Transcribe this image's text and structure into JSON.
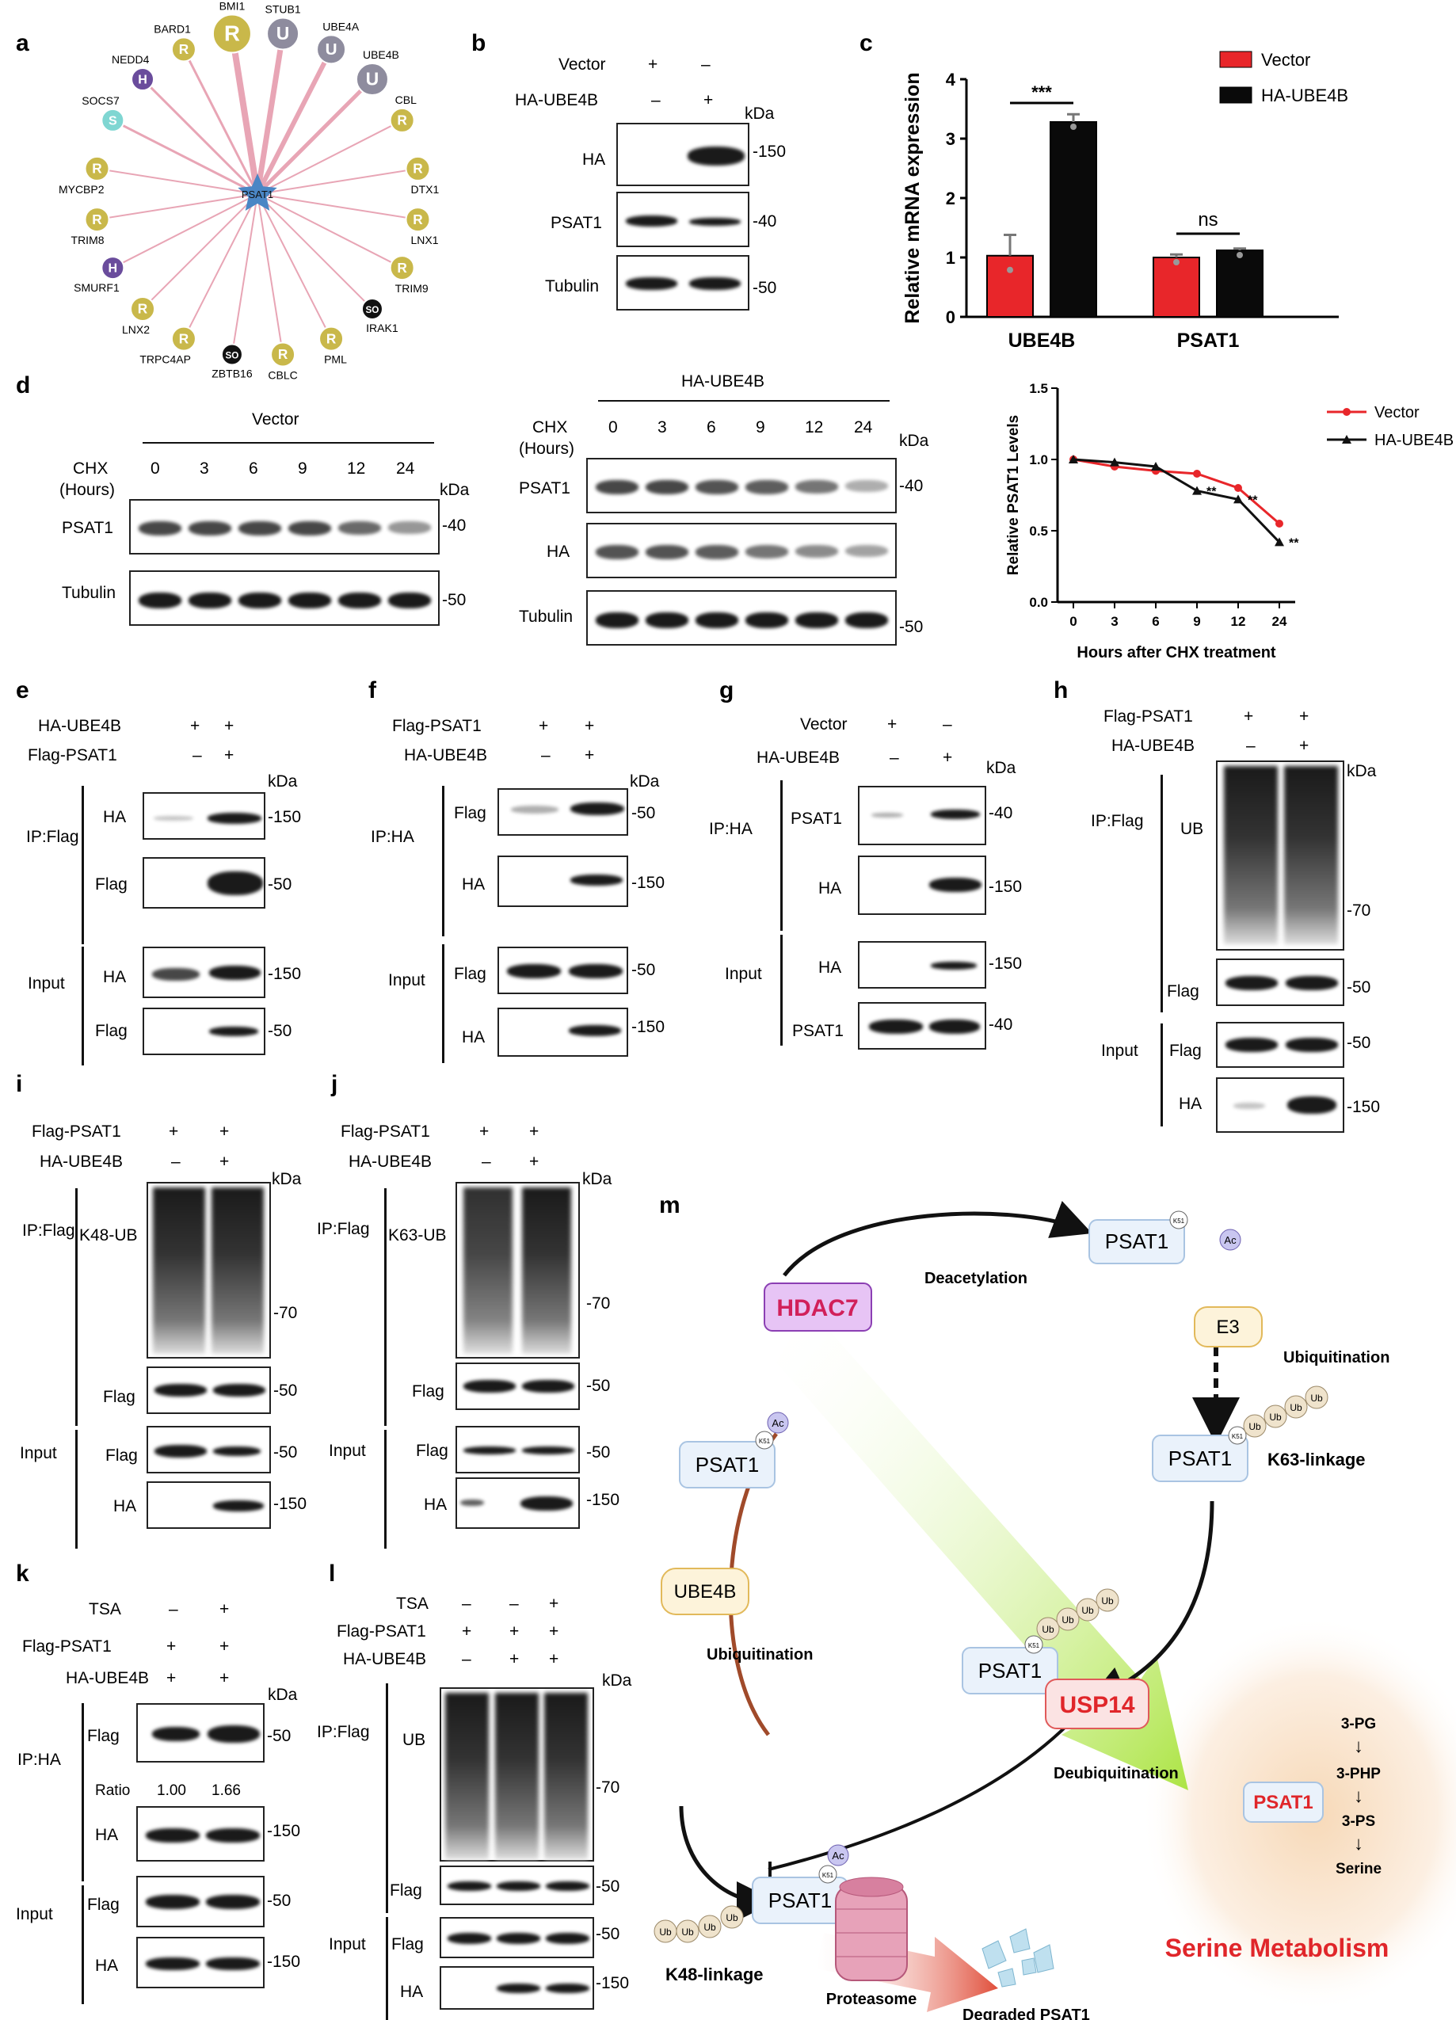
{
  "panel_labels": {
    "a": "a",
    "b": "b",
    "c": "c",
    "d": "d",
    "e": "e",
    "f": "f",
    "g": "g",
    "h": "h",
    "i": "i",
    "j": "j",
    "k": "k",
    "l": "l",
    "m": "m"
  },
  "common": {
    "kda": "kDa",
    "plus": "+",
    "minus": "–",
    "vector": "Vector",
    "ha_ube4b": "HA-UBE4B",
    "flag_psat1": "Flag-PSAT1",
    "ha": "HA",
    "flag": "Flag",
    "psat1": "PSAT1",
    "tubulin": "Tubulin",
    "input": "Input",
    "ip_flag": "IP:Flag",
    "ip_ha": "IP:HA",
    "ub": "UB",
    "tsa": "TSA"
  },
  "mw": {
    "m150": "-150",
    "m70": "-70",
    "m50": "-50",
    "m40": "-40"
  },
  "network": {
    "center": "PSAT1",
    "nodes": [
      {
        "name": "BMI1",
        "letter": "R",
        "type": "R"
      },
      {
        "name": "STUB1",
        "letter": "U",
        "type": "U"
      },
      {
        "name": "UBE4A",
        "letter": "U",
        "type": "U"
      },
      {
        "name": "UBE4B",
        "letter": "U",
        "type": "U"
      },
      {
        "name": "CBL",
        "letter": "R",
        "type": "R"
      },
      {
        "name": "DTX1",
        "letter": "R",
        "type": "R"
      },
      {
        "name": "LNX1",
        "letter": "R",
        "type": "R"
      },
      {
        "name": "TRIM9",
        "letter": "R",
        "type": "R"
      },
      {
        "name": "IRAK1",
        "letter": "SO",
        "type": "SO"
      },
      {
        "name": "PML",
        "letter": "R",
        "type": "R"
      },
      {
        "name": "CBLC",
        "letter": "R",
        "type": "R"
      },
      {
        "name": "ZBTB16",
        "letter": "SO",
        "type": "SO"
      },
      {
        "name": "TRPC4AP",
        "letter": "R",
        "type": "R"
      },
      {
        "name": "LNX2",
        "letter": "R",
        "type": "R"
      },
      {
        "name": "SMURF1",
        "letter": "H",
        "type": "H"
      },
      {
        "name": "TRIM8",
        "letter": "R",
        "type": "R"
      },
      {
        "name": "MYCBP2",
        "letter": "R",
        "type": "R"
      },
      {
        "name": "SOCS7",
        "letter": "S",
        "type": "S"
      },
      {
        "name": "NEDD4",
        "letter": "H",
        "type": "H"
      },
      {
        "name": "BARD1",
        "letter": "R",
        "type": "R"
      }
    ],
    "colors": {
      "R": "#c9b84a",
      "U": "#8e8c9e",
      "H": "#6a4c9c",
      "S": "#7fd6d2",
      "SO": "#111111",
      "edge": "#e8a5b5",
      "star": "#4a86c5"
    }
  },
  "panel_c": {
    "chart_data": {
      "type": "bar",
      "ylabel": "Relative mRNA expression",
      "categories": [
        "UBE4B",
        "PSAT1"
      ],
      "ylim": [
        0,
        4
      ],
      "yticks": [
        "0",
        "1",
        "2",
        "3",
        "4"
      ],
      "series": [
        {
          "name": "Vector",
          "values": [
            1.03,
            1.0
          ],
          "errors": [
            0.35,
            0.05
          ],
          "color": "#e8262a"
        },
        {
          "name": "HA-UBE4B",
          "values": [
            3.28,
            1.12
          ],
          "errors": [
            0.13,
            0.03
          ],
          "color": "#0a0a0a"
        }
      ],
      "annotations": [
        "***",
        "ns"
      ]
    }
  },
  "panel_d": {
    "chx": "CHX",
    "hours": "(Hours)",
    "timepoints": [
      "0",
      "3",
      "6",
      "9",
      "12",
      "24"
    ],
    "chart_data": {
      "type": "line",
      "xlabel": "Hours after CHX treatment",
      "ylabel": "Relative PSAT1 Levels",
      "x": [
        "0",
        "3",
        "6",
        "9",
        "12",
        "24"
      ],
      "ylim": [
        0,
        1.5
      ],
      "yticks": [
        "0.0",
        "0.5",
        "1.0",
        "1.5"
      ],
      "series": [
        {
          "name": "Vector",
          "values": [
            1.0,
            0.95,
            0.92,
            0.9,
            0.8,
            0.55
          ],
          "color": "#e8262a"
        },
        {
          "name": "HA-UBE4B",
          "values": [
            1.0,
            0.98,
            0.95,
            0.78,
            0.72,
            0.42
          ],
          "color": "#111111"
        }
      ],
      "sig": [
        "**",
        "**",
        "**"
      ]
    }
  },
  "panel_k": {
    "ratio_label": "Ratio",
    "ratio_1": "1.00",
    "ratio_2": "1.66"
  },
  "panel_h": {
    "ub": "UB"
  },
  "panel_i": {
    "k48": "K48-UB"
  },
  "panel_j": {
    "k63": "K63-UB"
  },
  "panel_m": {
    "hdac7": "HDAC7",
    "deacetylation": "Deacetylation",
    "e3": "E3",
    "ubiquitination": "Ubiquitination",
    "k63": "K63-linkage",
    "ube4b": "UBE4B",
    "usp14": "USP14",
    "deubiquitination": "Deubiquitination",
    "k48": "K48-linkage",
    "proteasome": "Proteasome",
    "degraded": "Degraded PSAT1",
    "serine_metabolism": "Serine Metabolism",
    "psat1": "PSAT1",
    "k51": "K51",
    "ac": "Ac",
    "ub": "Ub",
    "pathway": [
      "3-PG",
      "3-PHP",
      "3-PS",
      "Serine"
    ]
  }
}
